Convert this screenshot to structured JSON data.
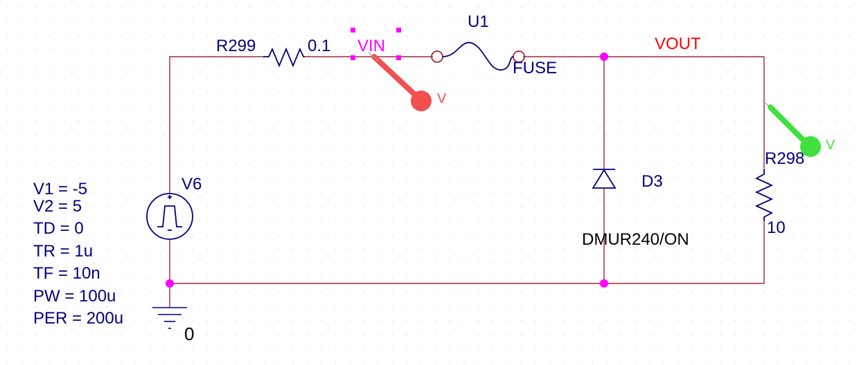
{
  "colors": {
    "wire": "#a0273a",
    "component": "#00007c",
    "junction": "#ff00ff",
    "net_vout": "#ff0000",
    "probe_red": "#f05050",
    "probe_green": "#40e040",
    "grid_dot": "#c8c8c8"
  },
  "components": {
    "r299": {
      "ref": "R299",
      "value": "0.1"
    },
    "u1": {
      "ref": "U1",
      "value": "FUSE"
    },
    "d3": {
      "ref": "D3",
      "value": "DMUR240/ON"
    },
    "r298": {
      "ref": "R298",
      "value": "10"
    },
    "v6": {
      "ref": "V6",
      "params": [
        "V1 = -5",
        "V2 = 5",
        "TD = 0",
        "TR = 1u",
        "TF = 10n",
        "PW = 100u",
        "PER = 200u"
      ]
    },
    "ground": {
      "label": "0"
    }
  },
  "nets": {
    "vin": "VIN",
    "vout": "VOUT"
  },
  "probes": {
    "vin_probe": {
      "label": "V",
      "icon": "voltage-probe-icon"
    },
    "vout_probe": {
      "label": "V",
      "icon": "voltage-probe-icon"
    }
  }
}
